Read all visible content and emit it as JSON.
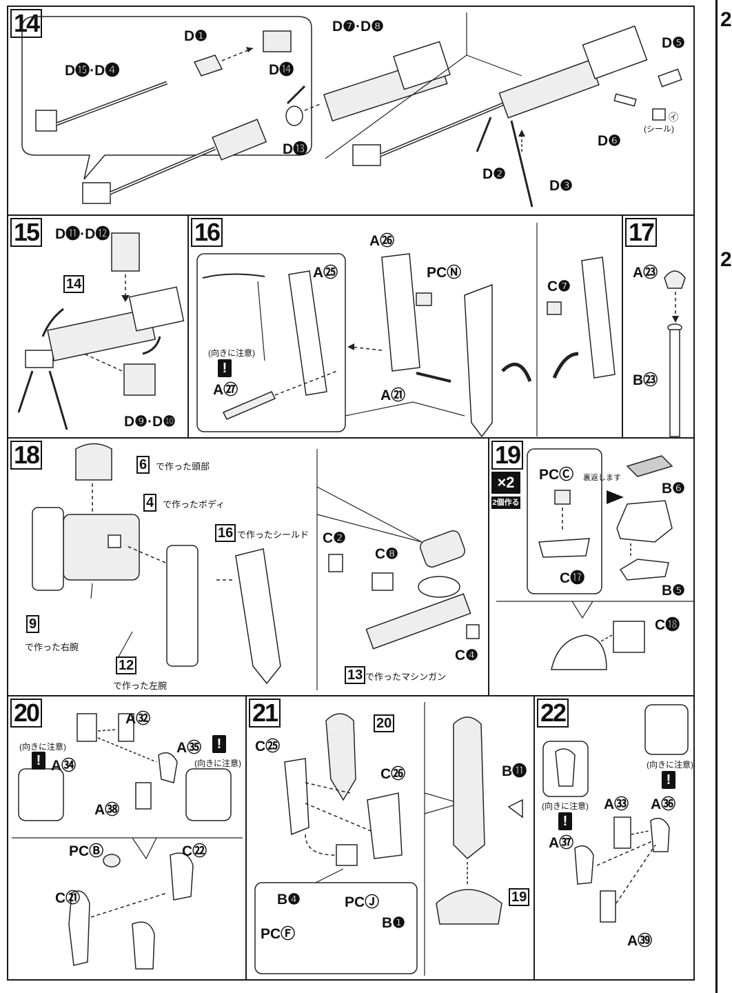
{
  "steps": {
    "s14": {
      "num": "14",
      "parts": {
        "d1": "D❶",
        "d14": "D⓮",
        "d15d4": "D⓯·D❹",
        "d7d8": "D❼·D❽",
        "d5": "D❺",
        "d13": "D⓭",
        "d6": "D❻",
        "d2": "D❷",
        "d3": "D❸",
        "seal": "(シール)",
        "seal_mark": "㋑"
      }
    },
    "s15": {
      "num": "15",
      "parts": {
        "d11d12": "D⓫·D⓬",
        "d9d10": "D❾·D❿"
      },
      "ref": "14"
    },
    "s16": {
      "num": "16",
      "parts": {
        "a25": "A㉕",
        "a26": "A㉖",
        "pcn": "PCⓃ",
        "a21": "A㉑",
        "a27": "A㉗",
        "c7": "C❼"
      },
      "note": "(向きに注意)"
    },
    "s17": {
      "num": "17",
      "parts": {
        "a23": "A㉓",
        "b23": "B㉓"
      }
    },
    "s18": {
      "num": "18",
      "refs": {
        "r6": "6",
        "r4": "4",
        "r16": "16",
        "r9": "9",
        "r12": "12",
        "r13": "13"
      },
      "texts": {
        "t6": "で作った頭部",
        "t4": "で作ったボディ",
        "t16": "で作ったシールド",
        "t9": "で作った右腕",
        "t12": "で作った左腕",
        "t13": "で作ったマシンガン"
      },
      "parts": {
        "c2": "C❷",
        "c8": "C❽",
        "c4": "C❹"
      }
    },
    "s19": {
      "num": "19",
      "mult": "×2",
      "mult_note": "2個作る",
      "parts": {
        "pcc": "PCⒸ",
        "b6": "B❻",
        "c17": "C⓱",
        "b5": "B❺",
        "c18": "C⓲"
      },
      "flip": "裏返します"
    },
    "s20": {
      "num": "20",
      "parts": {
        "a32": "A㉜",
        "a34": "A㉞",
        "a35": "A㉟",
        "a38": "A㊳",
        "pcb": "PCⒷ",
        "c22": "C㉒",
        "c21": "C㉑"
      },
      "note1": "(向きに注意)",
      "note2": "(向きに注意)"
    },
    "s21": {
      "num": "21",
      "ref": "20",
      "ref19": "19",
      "parts": {
        "c25": "C㉕",
        "c26": "C㉖",
        "b11": "B⓫",
        "b4": "B❹",
        "pcj": "PCⒿ",
        "pcf": "PCⒻ",
        "b1": "B❶"
      }
    },
    "s22": {
      "num": "22",
      "parts": {
        "a33": "A㉝",
        "a36": "A㊱",
        "a37": "A㊲",
        "a39": "A㊴"
      },
      "note1": "(向きに注意)",
      "note2": "(向きに注意)"
    }
  },
  "side": {
    "n1": "2",
    "n2": "2"
  }
}
